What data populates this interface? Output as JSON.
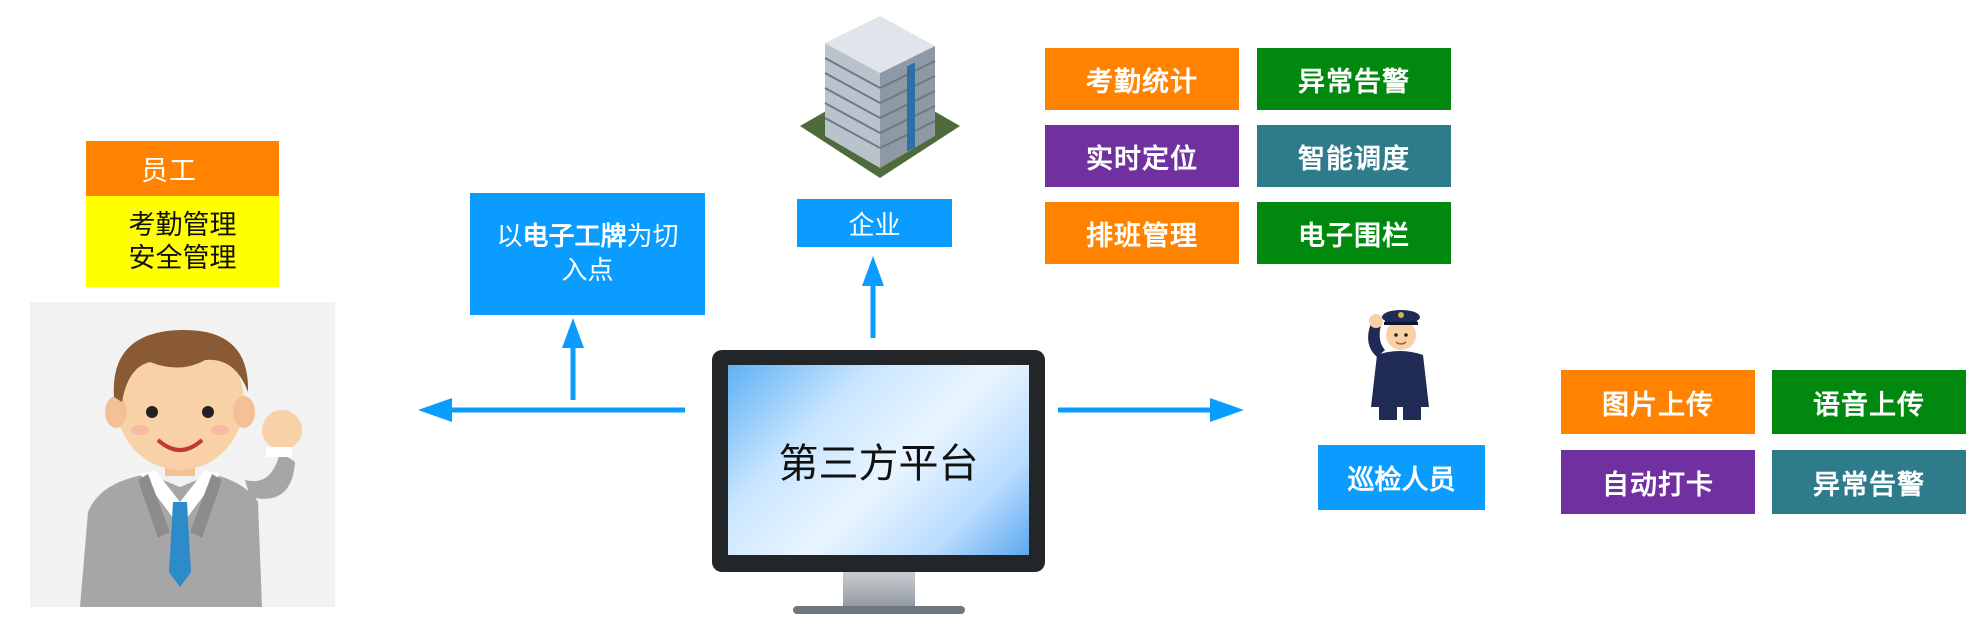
{
  "employee": {
    "role_label": "员工",
    "duties": [
      "考勤管理",
      "安全管理"
    ]
  },
  "entry_point": {
    "prefix": "以",
    "bold": "电子工牌",
    "suffix": "为切",
    "line2": "入点"
  },
  "enterprise": {
    "label": "企业"
  },
  "platform": {
    "label": "第三方平台"
  },
  "enterprise_features": [
    {
      "label": "考勤统计",
      "color": "#ff8300"
    },
    {
      "label": "异常告警",
      "color": "#00880f"
    },
    {
      "label": "实时定位",
      "color": "#7030a0"
    },
    {
      "label": "智能调度",
      "color": "#2e7b8c"
    },
    {
      "label": "排班管理",
      "color": "#ff8300"
    },
    {
      "label": "电子围栏",
      "color": "#00880f"
    }
  ],
  "inspector": {
    "label": "巡检人员"
  },
  "inspector_features": [
    {
      "label": "图片上传",
      "color": "#ff8300"
    },
    {
      "label": "语音上传",
      "color": "#00880f"
    },
    {
      "label": "自动打卡",
      "color": "#7030a0"
    },
    {
      "label": "异常告警",
      "color": "#2e7b8c"
    }
  ],
  "colors": {
    "arrow": "#0a9cff",
    "box_blue": "#0a9cff",
    "duty_yellow": "#ffff00"
  }
}
